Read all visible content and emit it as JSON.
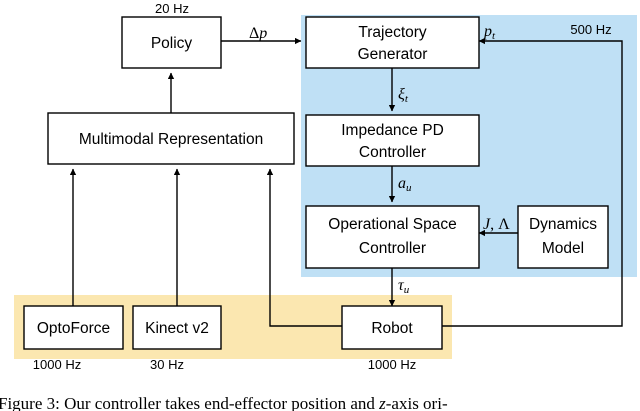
{
  "colors": {
    "controller_region": "#bfe0f5",
    "sensor_region": "#fbe7b0",
    "stroke": "#000000",
    "box_fill": "#ffffff"
  },
  "blocks": {
    "policy": "Policy",
    "multimodal": "Multimodal Representation",
    "trajectory": [
      "Trajectory",
      "Generator"
    ],
    "impedance": [
      "Impedance PD",
      "Controller"
    ],
    "opspace": [
      "Operational Space",
      "Controller"
    ],
    "dynamics": [
      "Dynamics",
      "Model"
    ],
    "optoforce": "OptoForce",
    "kinect": "Kinect v2",
    "robot": "Robot"
  },
  "rates": {
    "policy": "20 Hz",
    "controller": "500 Hz",
    "optoforce": "1000 Hz",
    "kinect": "30 Hz",
    "robot": "1000 Hz"
  },
  "signals": {
    "delta_p": {
      "symbol": "Δ",
      "var": "p"
    },
    "p_t": {
      "base": "p",
      "sub": "t"
    },
    "xi_t": {
      "base": "ξ",
      "sub": "t"
    },
    "a_u": {
      "base": "a",
      "sub": "u"
    },
    "tau_u": {
      "base": "τ",
      "sub": "u"
    },
    "j_lambda": {
      "j": "J",
      "sep": ", ",
      "lambda": "Λ"
    }
  },
  "caption": {
    "prefix": "Figure 3: Our controller takes end-effector position and ",
    "math": "z",
    "suffix": "-axis ori-"
  }
}
